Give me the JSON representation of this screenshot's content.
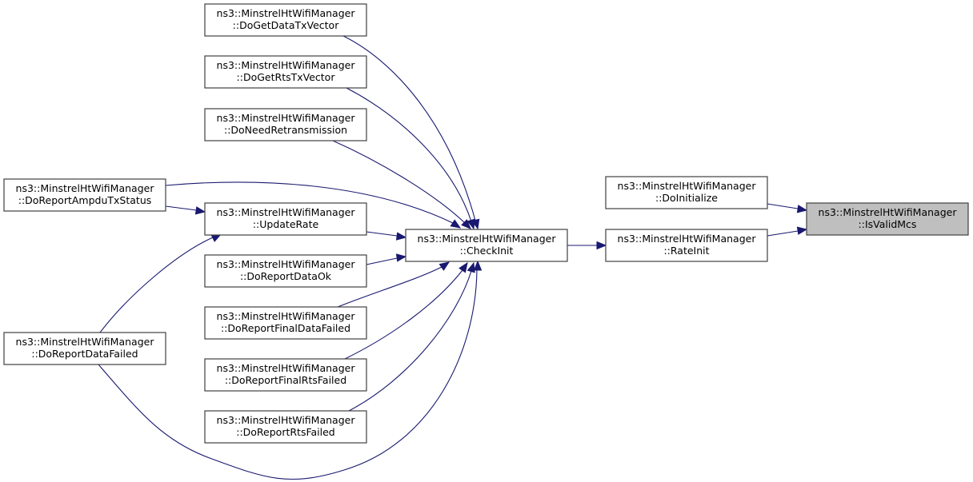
{
  "diagram": {
    "type": "call-graph",
    "edge_color": "#191970",
    "highlight_fill": "#bfbfbf",
    "nodes": [
      {
        "id": "getdata",
        "line1": "ns3::MinstrelHtWifiManager",
        "line2": "::DoGetDataTxVector"
      },
      {
        "id": "getrts",
        "line1": "ns3::MinstrelHtWifiManager",
        "line2": "::DoGetRtsTxVector"
      },
      {
        "id": "needretx",
        "line1": "ns3::MinstrelHtWifiManager",
        "line2": "::DoNeedRetransmission"
      },
      {
        "id": "ampdu",
        "line1": "ns3::MinstrelHtWifiManager",
        "line2": "::DoReportAmpduTxStatus"
      },
      {
        "id": "updaterate",
        "line1": "ns3::MinstrelHtWifiManager",
        "line2": "::UpdateRate"
      },
      {
        "id": "dataok",
        "line1": "ns3::MinstrelHtWifiManager",
        "line2": "::DoReportDataOk"
      },
      {
        "id": "datafailed",
        "line1": "ns3::MinstrelHtWifiManager",
        "line2": "::DoReportDataFailed"
      },
      {
        "id": "finaldata",
        "line1": "ns3::MinstrelHtWifiManager",
        "line2": "::DoReportFinalDataFailed"
      },
      {
        "id": "finalrts",
        "line1": "ns3::MinstrelHtWifiManager",
        "line2": "::DoReportFinalRtsFailed"
      },
      {
        "id": "rtsfailed",
        "line1": "ns3::MinstrelHtWifiManager",
        "line2": "::DoReportRtsFailed"
      },
      {
        "id": "checkinit",
        "line1": "ns3::MinstrelHtWifiManager",
        "line2": "::CheckInit"
      },
      {
        "id": "doinit",
        "line1": "ns3::MinstrelHtWifiManager",
        "line2": "::DoInitialize"
      },
      {
        "id": "rateinit",
        "line1": "ns3::MinstrelHtWifiManager",
        "line2": "::RateInit"
      },
      {
        "id": "isvalidmcs",
        "line1": "ns3::MinstrelHtWifiManager",
        "line2": "::IsValidMcs",
        "highlighted": true
      }
    ],
    "edges": [
      {
        "from": "getdata",
        "to": "checkinit"
      },
      {
        "from": "getrts",
        "to": "checkinit"
      },
      {
        "from": "needretx",
        "to": "checkinit"
      },
      {
        "from": "ampdu",
        "to": "checkinit"
      },
      {
        "from": "ampdu",
        "to": "updaterate"
      },
      {
        "from": "updaterate",
        "to": "checkinit"
      },
      {
        "from": "dataok",
        "to": "checkinit"
      },
      {
        "from": "datafailed",
        "to": "updaterate"
      },
      {
        "from": "datafailed",
        "to": "checkinit"
      },
      {
        "from": "finaldata",
        "to": "checkinit"
      },
      {
        "from": "finalrts",
        "to": "checkinit"
      },
      {
        "from": "rtsfailed",
        "to": "checkinit"
      },
      {
        "from": "checkinit",
        "to": "rateinit"
      },
      {
        "from": "doinit",
        "to": "isvalidmcs"
      },
      {
        "from": "rateinit",
        "to": "isvalidmcs"
      }
    ]
  }
}
